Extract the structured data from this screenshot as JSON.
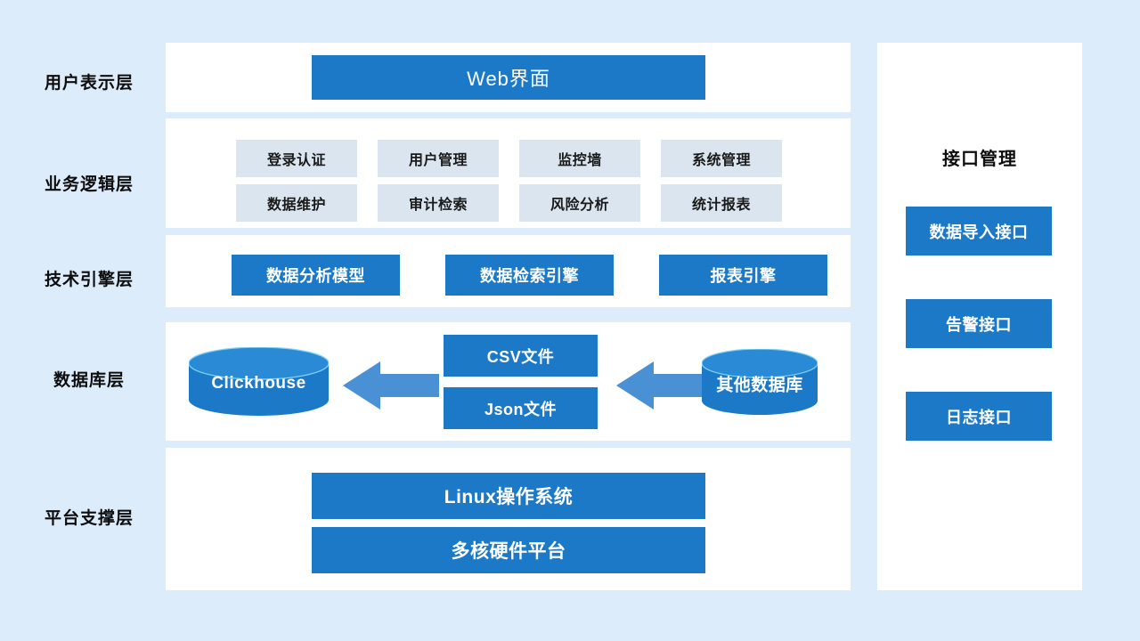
{
  "background_color": "#ddecfb",
  "colors": {
    "panel": "#ffffff",
    "accent_blue": "#1b79c8",
    "soft_blue_box": "#dbe5ef",
    "arrow_blue": "#4a90d4",
    "cylinder_top": "#2b8ad6",
    "text_dark": "#0d0d0d"
  },
  "layer_labels": [
    {
      "label": "用户表示层"
    },
    {
      "label": "业务逻辑层"
    },
    {
      "label": "技术引擎层"
    },
    {
      "label": "数据库层"
    },
    {
      "label": "平台支撑层"
    }
  ],
  "presentation_layer": {
    "items": [
      {
        "label": "Web界面"
      }
    ]
  },
  "business_layer": {
    "row1": [
      {
        "label": "登录认证"
      },
      {
        "label": "用户管理"
      },
      {
        "label": "监控墙"
      },
      {
        "label": "系统管理"
      }
    ],
    "row2": [
      {
        "label": "数据维护"
      },
      {
        "label": "审计检索"
      },
      {
        "label": "风险分析"
      },
      {
        "label": "统计报表"
      }
    ]
  },
  "engine_layer": {
    "items": [
      {
        "label": "数据分析模型"
      },
      {
        "label": "数据检索引擎"
      },
      {
        "label": "报表引擎"
      }
    ]
  },
  "database_layer": {
    "target_store": {
      "label": "Clickhouse"
    },
    "files": [
      {
        "label": "CSV文件"
      },
      {
        "label": "Json文件"
      }
    ],
    "source_store": {
      "label": "其他数据库"
    },
    "arrows": [
      {
        "name": "arrow-files-to-clickhouse",
        "direction": "left"
      },
      {
        "name": "arrow-otherdb-to-files",
        "direction": "left"
      }
    ]
  },
  "platform_layer": {
    "items": [
      {
        "label": "Linux操作系统"
      },
      {
        "label": "多核硬件平台"
      }
    ]
  },
  "interface_panel": {
    "title": "接口管理",
    "items": [
      {
        "label": "数据导入接口"
      },
      {
        "label": "告警接口"
      },
      {
        "label": "日志接口"
      }
    ]
  }
}
